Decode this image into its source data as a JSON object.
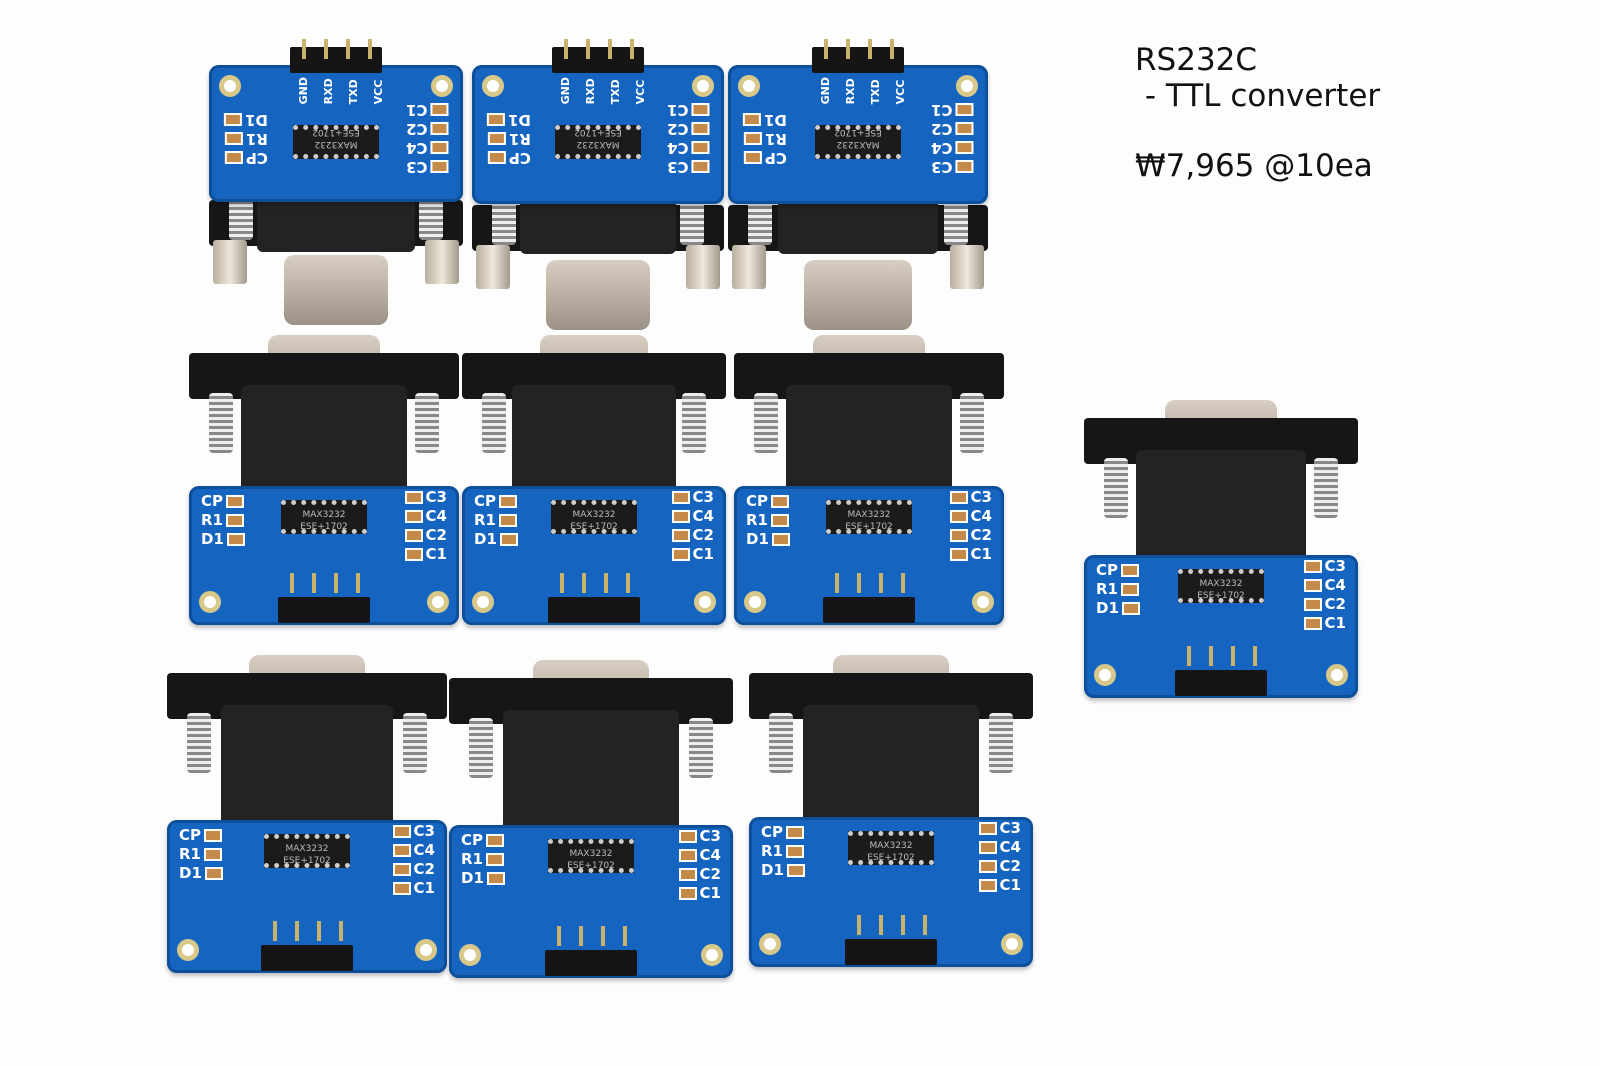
{
  "caption": {
    "title": "RS232C",
    "subtitle": " - TTL converter",
    "price": "₩7,965 @10ea"
  },
  "board": {
    "chip_label": "MAX3232 ESE+1702",
    "left_labels": [
      "CP",
      "R1",
      "D1"
    ],
    "right_labels": [
      "C3",
      "C4",
      "C2",
      "C1"
    ],
    "pin_labels": [
      "VCC",
      "TXD",
      "RXD",
      "GND"
    ],
    "color": "#1565c0"
  },
  "module_count": 10
}
